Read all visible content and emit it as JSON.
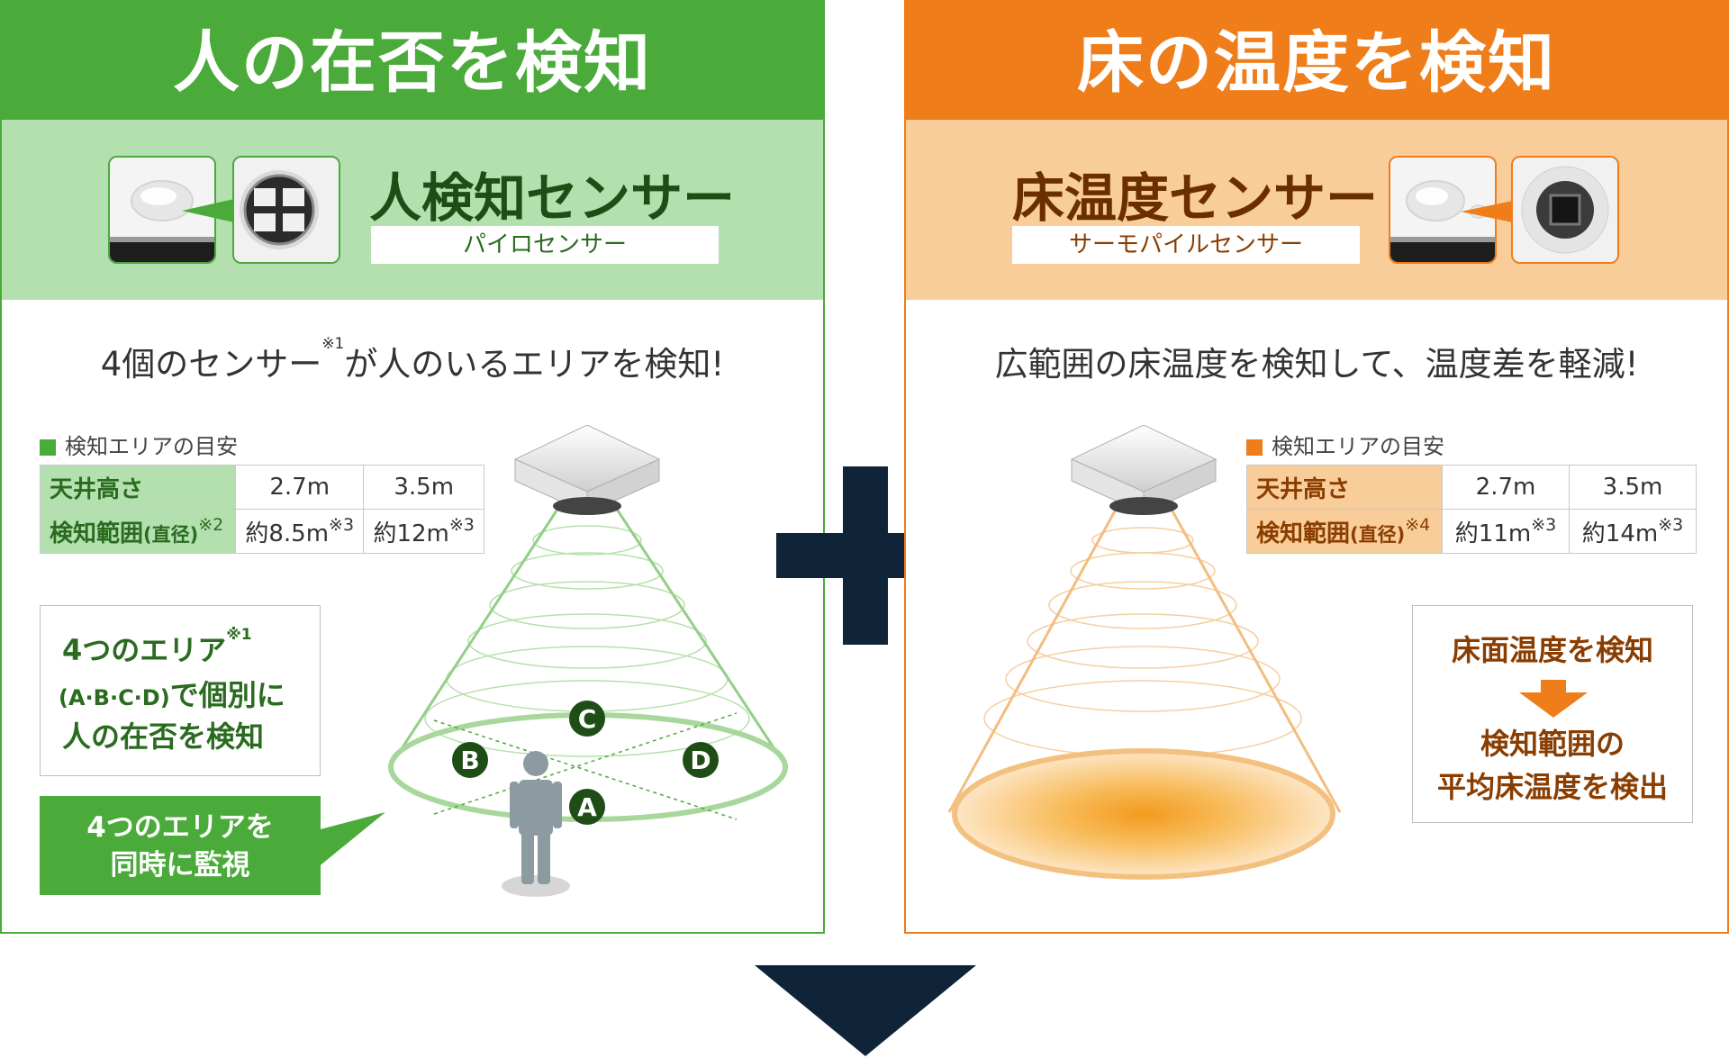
{
  "left": {
    "header": "人の在否を検知",
    "sensor_title": "人検知センサー",
    "sensor_subtitle": "パイロセンサー",
    "tagline_a": "4個のセンサー",
    "tagline_note": "※1",
    "tagline_b": "が人のいるエリアを検知!",
    "legend": "検知エリアの目安",
    "table": {
      "row1_label": "天井高さ",
      "row1_v1": "2.7m",
      "row1_v2": "3.5m",
      "row2_label": "検知範囲",
      "row2_label_small": "(直径)",
      "row2_label_note": "※2",
      "row2_v1": "約8.5m",
      "row2_v1_note": "※3",
      "row2_v2": "約12m",
      "row2_v2_note": "※3"
    },
    "areas_box": {
      "line1": "4つのエリア",
      "line1_note": "※1",
      "line2_small": "(A·B·C·D)",
      "line2": "で個別に",
      "line3": "人の在否を検知"
    },
    "monitor_callout": {
      "line1": "4つのエリアを",
      "line2": "同時に監視"
    },
    "zones": {
      "a": "A",
      "b": "B",
      "c": "C",
      "d": "D"
    }
  },
  "right": {
    "header": "床の温度を検知",
    "sensor_title": "床温度センサー",
    "sensor_subtitle": "サーモパイルセンサー",
    "tagline": "広範囲の床温度を検知して、温度差を軽減!",
    "legend": "検知エリアの目安",
    "table": {
      "row1_label": "天井高さ",
      "row1_v1": "2.7m",
      "row1_v2": "3.5m",
      "row2_label": "検知範囲",
      "row2_label_small": "(直径)",
      "row2_label_note": "※4",
      "row2_v1": "約11m",
      "row2_v1_note": "※3",
      "row2_v2": "約14m",
      "row2_v2_note": "※3"
    },
    "flow_box": {
      "step1": "床面温度を検知",
      "step2_line1": "検知範囲の",
      "step2_line2": "平均床温度を検出"
    }
  },
  "colors": {
    "green": "#4aaa3a",
    "green_light": "#b3e0ae",
    "green_dark": "#2a6b20",
    "orange": "#ee7d1a",
    "orange_light": "#f8cd9a",
    "orange_dark": "#8a3d00",
    "navy": "#0f2438"
  }
}
